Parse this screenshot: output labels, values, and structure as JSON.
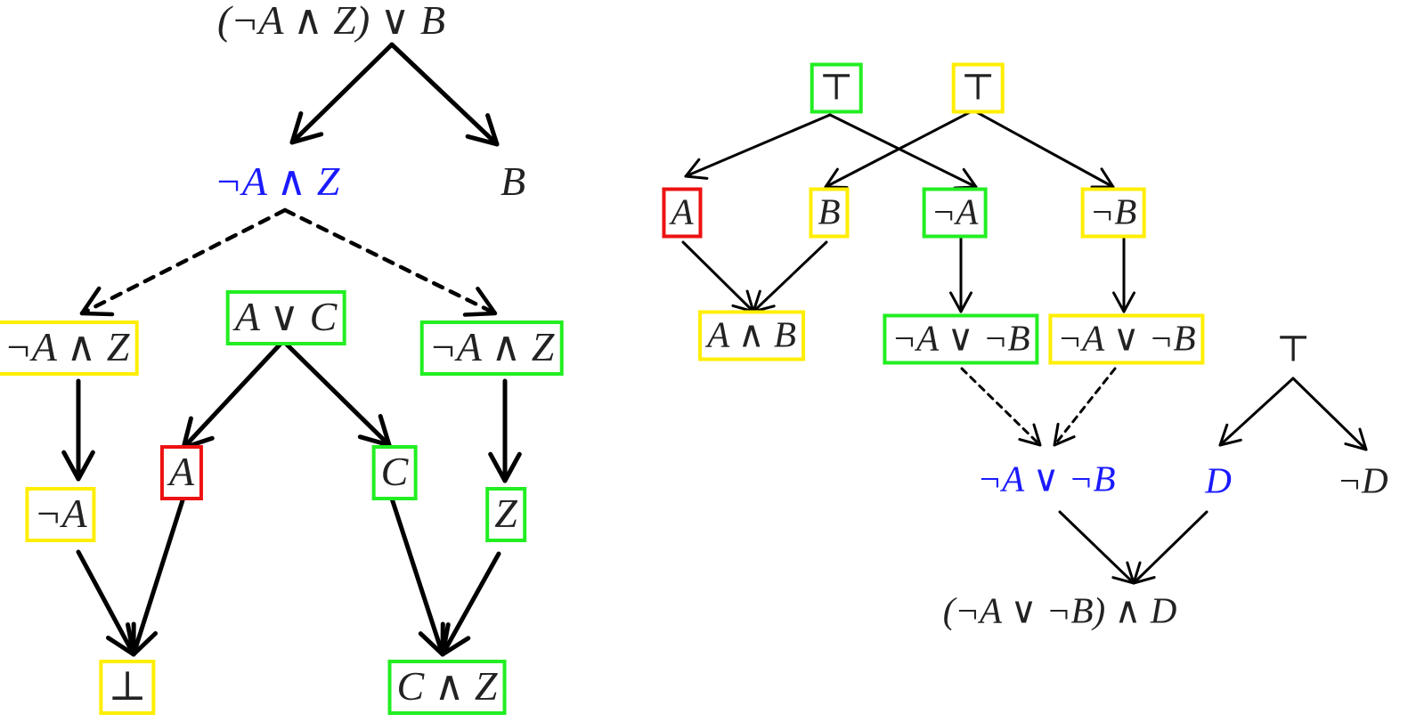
{
  "colors": {
    "text": "#222222",
    "highlight": "#1a1aff",
    "box_green": "#22ee22",
    "box_yellow": "#ffee00",
    "box_red": "#ee1111",
    "arrow": "#000000"
  },
  "left_tree": {
    "root": "(¬A ∧ Z) ∨ B",
    "split_left": "¬A ∧ Z",
    "split_right": "B",
    "branch_yellow": "¬A ∧ Z",
    "branch_or": "A ∨ C",
    "branch_green": "¬A ∧ Z",
    "leaf_not_a": "¬A",
    "leaf_a": "A",
    "leaf_c": "C",
    "leaf_z": "Z",
    "bottom": "⊥",
    "conj_cz": "C ∧ Z"
  },
  "right_tree": {
    "top_green": "⊤",
    "top_yellow": "⊤",
    "a_red": "A",
    "b_yellow": "B",
    "not_a_green": "¬A",
    "not_b_yellow": "¬B",
    "a_and_b": "A ∧ B",
    "or_green": "¬A ∨ ¬B",
    "or_yellow": "¬A ∨ ¬B",
    "top_plain": "⊤",
    "merged_or": "¬A ∨ ¬B",
    "d_blue": "D",
    "not_d": "¬D",
    "result": "(¬A ∨ ¬B) ∧ D"
  }
}
